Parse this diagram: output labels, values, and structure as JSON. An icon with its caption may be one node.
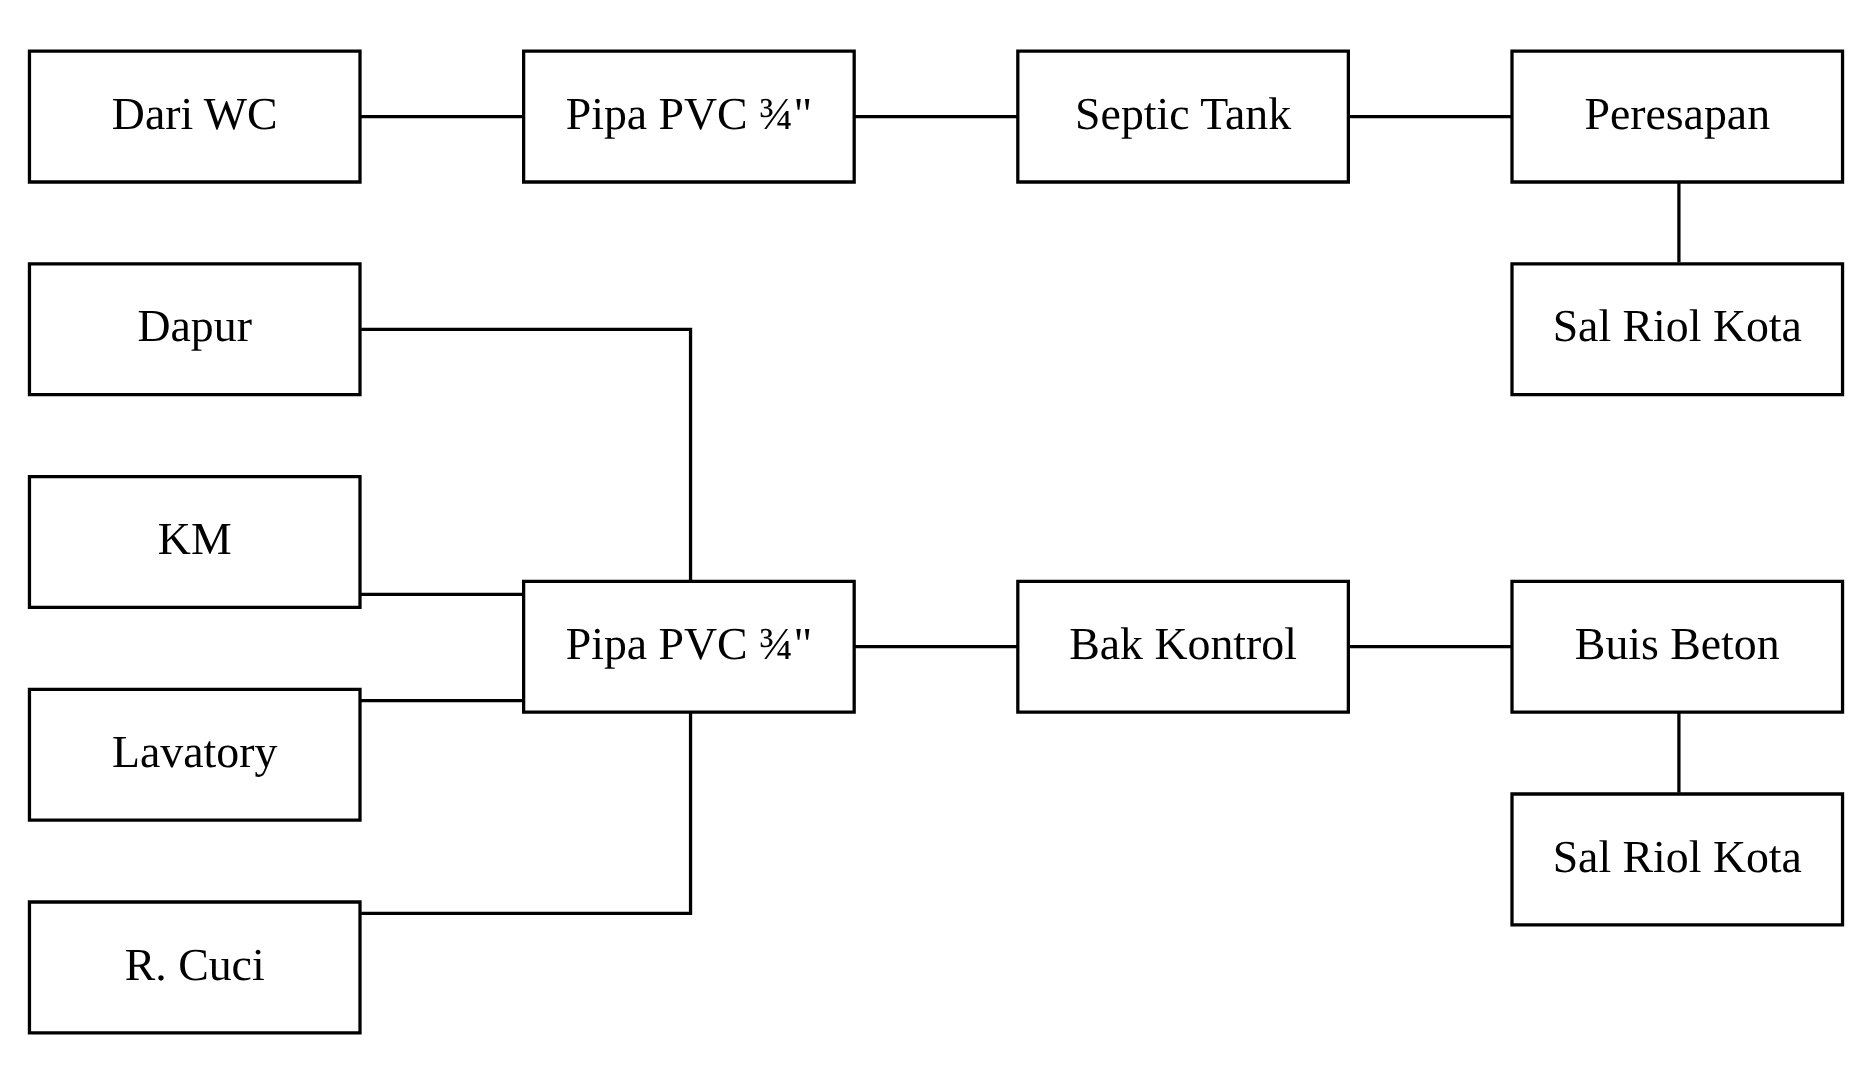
{
  "diagram": {
    "nodes": [
      {
        "text": [
          "Dapur"
        ]
      },
      {
        "text": [
          "KM"
        ]
      },
      {
        "text": [
          "Lavatory"
        ]
      },
      {
        "text": [
          "R. Cuci"
        ]
      },
      {
        "text": [
          "Pipa PVC ¾\""
        ]
      },
      {
        "text": [
          "Bak Kontrol"
        ]
      },
      {
        "text": [
          "Buis Beton"
        ]
      },
      {
        "text": [
          "Sal Riol Kota"
        ]
      },
      {
        "text": [
          "Dari WC"
        ]
      },
      {
        "text": [
          "Pipa PVC ¾\""
        ]
      },
      {
        "text": [
          "Septic Tank"
        ]
      },
      {
        "text": [
          "Peresapan"
        ]
      },
      {
        "text": [
          "Sal Riol Kota"
        ]
      }
    ],
    "edges": [
      {
        "from": 0,
        "to": 4,
        "arrow": "none"
      },
      {
        "from": 1,
        "to": 4,
        "arrow": "none"
      },
      {
        "from": 2,
        "to": 4,
        "arrow": "none"
      },
      {
        "from": 3,
        "to": 4,
        "arrow": "none"
      },
      {
        "from": 4,
        "to": 5,
        "arrow": "none"
      },
      {
        "from": 5,
        "to": 6,
        "arrow": "none"
      },
      {
        "from": 6,
        "to": 7,
        "arrow": "none"
      },
      {
        "from": 8,
        "to": 9,
        "arrow": "none"
      },
      {
        "from": 9,
        "to": 10,
        "arrow": "none"
      },
      {
        "from": 10,
        "to": 11,
        "arrow": "none"
      },
      {
        "from": 11,
        "to": 12,
        "arrow": "none"
      }
    ]
  }
}
